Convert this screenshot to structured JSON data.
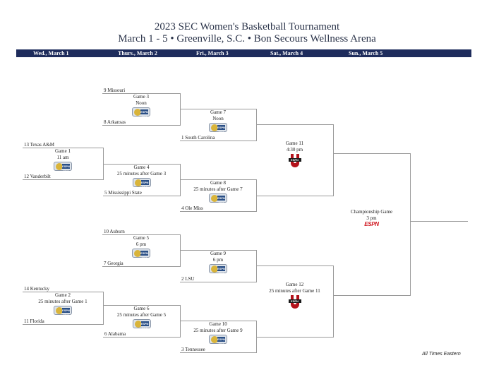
{
  "header": {
    "title": "2023 SEC Women's Basketball Tournament",
    "subtitle": "March 1 - 5 • Greenville, S.C. • Bon Secours Wellness Arena",
    "days": [
      "Wed., March 1",
      "Thurs., March 2",
      "Fri., March 3",
      "Sat., March 4",
      "Sun., March 5"
    ],
    "bar_color": "#1e2c5c"
  },
  "games": [
    {
      "id": "g1",
      "label": "Game 1",
      "time": "11 am",
      "network": "sec-network-logo",
      "top_team": "13 Texas A&M",
      "bottom_team": "12 Vanderbilt"
    },
    {
      "id": "g2",
      "label": "Game 2",
      "time": "25 minutes after Game 1",
      "network": "sec-network-logo",
      "top_team": "14 Kentucky",
      "bottom_team": "11 Florida"
    },
    {
      "id": "g3",
      "label": "Game 3",
      "time": "Noon",
      "network": "sec-network-logo",
      "top_team": "9 Missouri",
      "bottom_team": "8 Arkansas"
    },
    {
      "id": "g4",
      "label": "Game 4",
      "time": "25 minutes after Game 3",
      "network": "sec-network-logo",
      "top_team": "",
      "bottom_team": "5 Mississippi State"
    },
    {
      "id": "g5",
      "label": "Game 5",
      "time": "6 pm",
      "network": "sec-network-logo",
      "top_team": "10 Auburn",
      "bottom_team": "7 Georgia"
    },
    {
      "id": "g6",
      "label": "Game 6",
      "time": "25 minutes after Game 5",
      "network": "sec-network-logo",
      "top_team": "",
      "bottom_team": "6 Alabama"
    },
    {
      "id": "g7",
      "label": "Game 7",
      "time": "Noon",
      "network": "sec-network-logo",
      "top_team": "",
      "bottom_team": "1 South Carolina"
    },
    {
      "id": "g8",
      "label": "Game 8",
      "time": "25 minutes after Game 7",
      "network": "sec-network-logo",
      "top_team": "",
      "bottom_team": "4 Ole Miss"
    },
    {
      "id": "g9",
      "label": "Game 9",
      "time": "6 pm",
      "network": "sec-network-logo",
      "top_team": "",
      "bottom_team": "2 LSU"
    },
    {
      "id": "g10",
      "label": "Game 10",
      "time": "25 minutes after Game 9",
      "network": "sec-network-logo",
      "top_team": "",
      "bottom_team": "3 Tennessee"
    },
    {
      "id": "g11",
      "label": "Game 11",
      "time": "4:30 pm",
      "network": "espnu-logo",
      "top_team": "",
      "bottom_team": ""
    },
    {
      "id": "g12",
      "label": "Game 12",
      "time": "25 minutes after Game 11",
      "network": "espnu-logo",
      "top_team": "",
      "bottom_team": ""
    },
    {
      "id": "final",
      "label": "Championship Game",
      "time": "3 pm",
      "network": "espn-logo",
      "top_team": "",
      "bottom_team": ""
    }
  ],
  "logos": {
    "sec_network": "ESPN SEC",
    "espnu": "ESPN",
    "espn": "ESPN"
  },
  "footer": {
    "note": "All Times Eastern"
  }
}
